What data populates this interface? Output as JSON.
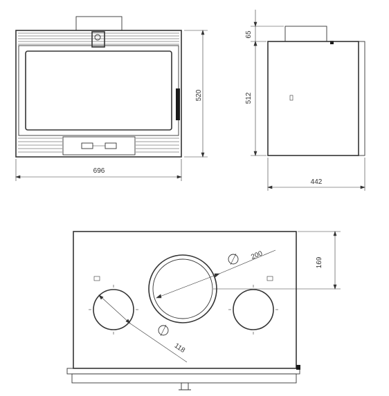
{
  "dimensions": {
    "front_width": "696",
    "front_height": "520",
    "side_top_offset": "65",
    "side_body_height": "512",
    "side_depth": "442",
    "top_flue_diameter": "200",
    "top_vent_offset": "169",
    "top_vent_diameter": "118"
  },
  "colors": {
    "line": "#333333",
    "fill_dark": "#1a1a1a",
    "background": "#ffffff"
  }
}
